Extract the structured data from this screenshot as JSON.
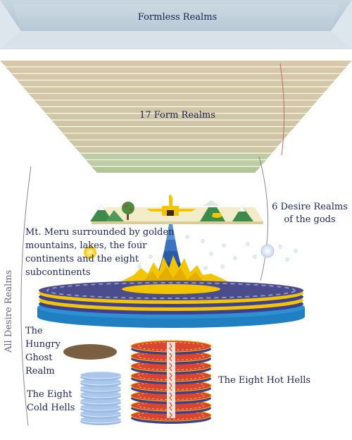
{
  "labels": {
    "formless": "Formless Realms",
    "form": "17 Form Realms",
    "desire_gods_1": "6 Desire Realms",
    "desire_gods_2": "of  the gods",
    "meru_1": "Mt. Meru surrounded by golden",
    "meru_2": "mountains, lakes, the four",
    "meru_3": "continents and the eight",
    "meru_4": "subcontinents",
    "all_desire": "All Desire Realms",
    "ghost_1": "The",
    "ghost_2": "Hungry",
    "ghost_3": "Ghost",
    "ghost_4": "Realm",
    "cold_1": "The Eight",
    "cold_2": "Cold Hells",
    "hot": "The Eight Hot Hells"
  },
  "counts": {
    "form_layers": 17,
    "hot_hells": 8,
    "cold_hells": 8
  },
  "colors": {
    "formless": "#9fb7c7",
    "form_tan": "#d6c6a6",
    "form_green": "#b9c9a0",
    "meru_blue": "#2a5aa8",
    "gold": "#f2c500",
    "disk_navy": "#3d3f93",
    "ocean": "#1f7fc0",
    "ghost": "#7a6040",
    "hot_red": "#d9452e",
    "cold_blue": "#a9c6ec",
    "text": "#1a2450"
  }
}
